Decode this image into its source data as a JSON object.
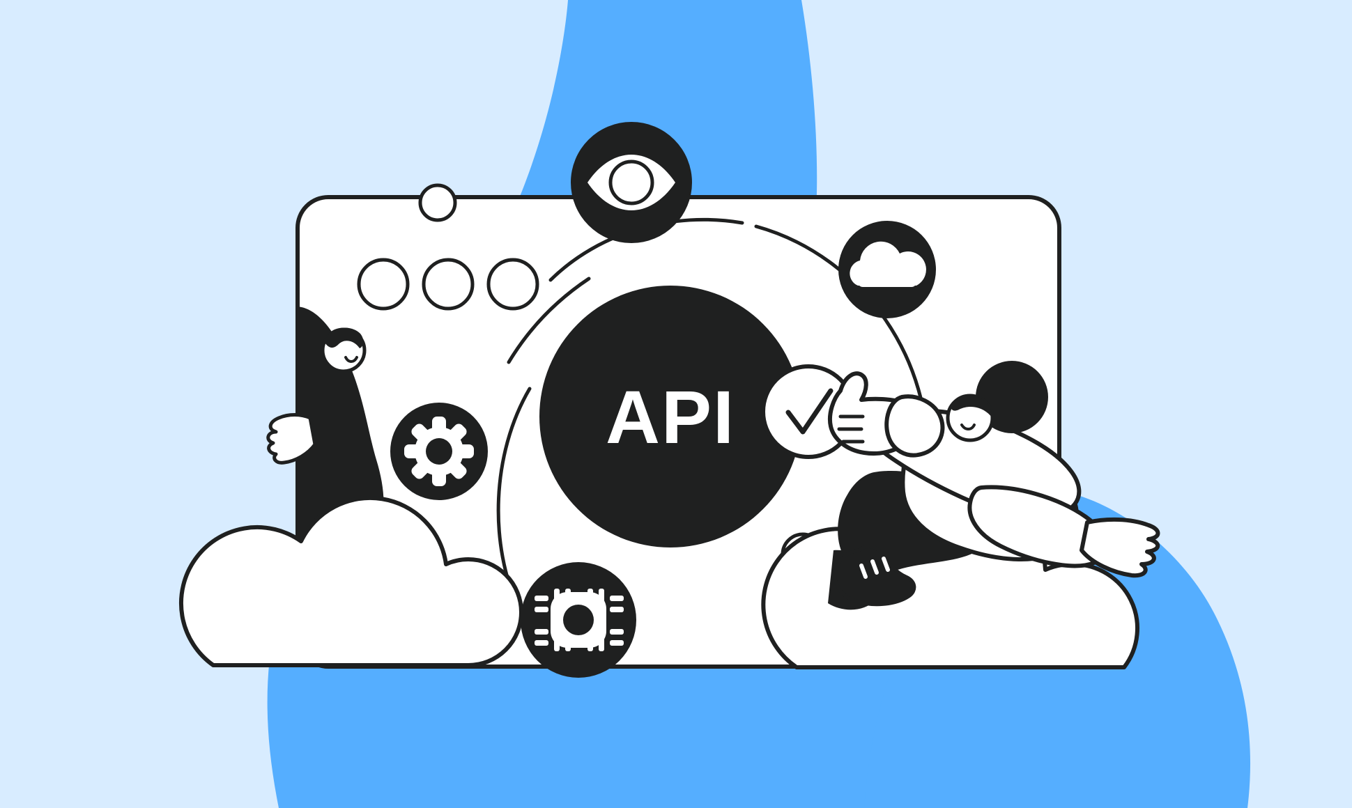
{
  "illustration": {
    "title": "API integration flat illustration",
    "central_label": "API",
    "palette": {
      "background": "#D8ECFF",
      "accent_blue": "#55AEFF",
      "ink": "#1F2020",
      "surface": "#FFFFFF"
    },
    "card": {
      "name": "API dashboard card",
      "window_dots_count": 3
    },
    "badges": [
      {
        "id": "eye",
        "icon": "eye-icon",
        "label": "Visibility",
        "position": "top-center"
      },
      {
        "id": "cloud",
        "icon": "cloud-icon",
        "label": "Cloud",
        "position": "top-right"
      },
      {
        "id": "gear",
        "icon": "gear-icon",
        "label": "Settings",
        "position": "mid-left"
      },
      {
        "id": "chip",
        "icon": "chip-icon",
        "label": "Processor",
        "position": "bottom-center"
      },
      {
        "id": "check",
        "icon": "check-icon",
        "label": "Verified",
        "position": "center-right"
      }
    ],
    "characters": [
      {
        "id": "left-figure",
        "label": "Person behind card",
        "accent": "#1F2020"
      },
      {
        "id": "right-figure",
        "label": "Person pressing approve button",
        "accent": "#1F2020"
      }
    ],
    "decor": {
      "clouds": 2,
      "orbit_arcs": 4,
      "small_circles": 5
    }
  }
}
